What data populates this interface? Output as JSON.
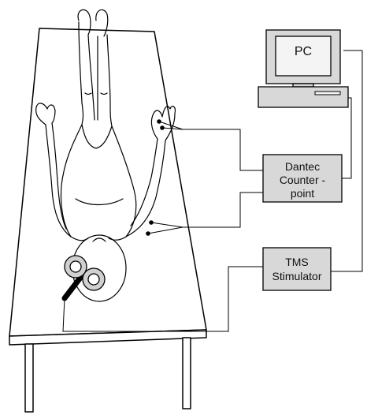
{
  "pc": {
    "label": "PC"
  },
  "emg": {
    "label_line1": "Dantec",
    "label_line2": "Counter -",
    "label_line3": "point"
  },
  "tms": {
    "label_line1": "TMS",
    "label_line2": "Stimulator"
  },
  "colors": {
    "box_fill": "#d8d8d8",
    "screen_fill": "#f4f4f4",
    "stroke": "#000000",
    "coil": "#d0d0d0"
  }
}
